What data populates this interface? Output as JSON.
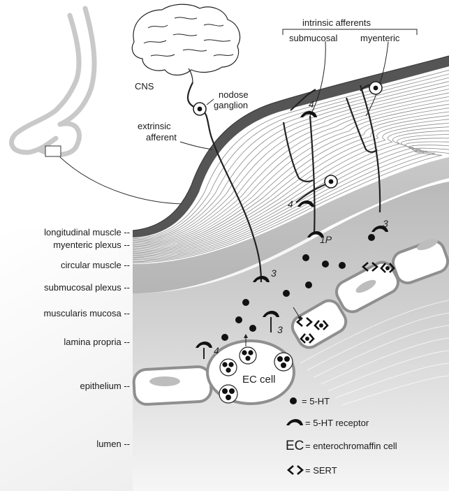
{
  "layer_labels": [
    "longitudinal muscle --",
    "myenteric plexus --",
    "circular muscle --",
    "submucosal plexus --",
    "muscularis mucosa --",
    "lamina propria --",
    "epithelium --",
    "lumen --"
  ],
  "top_labels": {
    "intrinsic_afferents": "intrinsic afferents",
    "submucosal": "submucosal",
    "myenteric": "myenteric",
    "cns": "CNS",
    "nodose_line1": "nodose",
    "nodose_line2": "ganglion",
    "extrinsic_line1": "extrinsic",
    "extrinsic_line2": "afferent"
  },
  "receptor_numbers": [
    "4",
    "4",
    "1P",
    "3",
    "3",
    "3",
    "4"
  ],
  "ec_cell_label": "EC cell",
  "legend": {
    "ht": "= 5-HT",
    "receptor": "= 5-HT receptor",
    "ec_symbol": "EC",
    "ec_text": "= enterochromaffin cell",
    "sert": "= SERT"
  }
}
